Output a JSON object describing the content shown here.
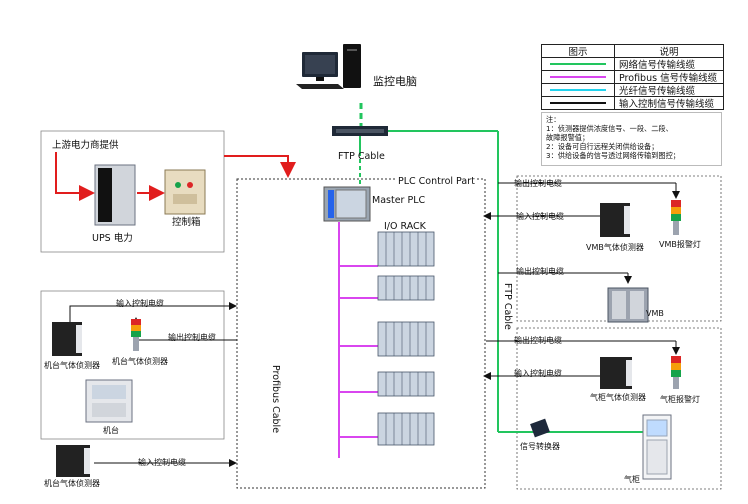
{
  "legend": {
    "header_symbol": "图示",
    "header_desc": "说明",
    "items": [
      {
        "label": "网络信号传输线缆",
        "color": "#22c55e"
      },
      {
        "label": "Profibus 信号传输线缆",
        "color": "#d946ef"
      },
      {
        "label": "光纤信号传输线缆",
        "color": "#22d3ee"
      },
      {
        "label": "输入控制信号传输线缆",
        "color": "#111111"
      }
    ]
  },
  "notes": {
    "title": "注：",
    "lines": [
      "1：侦测器提供浓度信号、一段、二段、",
      "故障报警值；",
      "2：设备可自行远程关闭供给设备；",
      "3：供给设备的信号透过网络传输到图控；"
    ]
  },
  "labels": {
    "monitor_pc": "监控电脑",
    "ftp_cable": "FTP Cable",
    "ftp_cable_vertical": "FTP Cable",
    "plc_control_part": "PLC Control Part",
    "master_plc": "Master PLC",
    "io_rack": "I/O RACK",
    "profibus_cable": "Profibus Cable",
    "power_source": "上游电力商提供",
    "ups": "UPS 电力",
    "control_box": "控制箱",
    "output_cable_1": "输出控制电缆",
    "input_cable_1": "输入控制电缆",
    "vmb_detector": "VMB气体侦测器",
    "vmb_alarm": "VMB报警灯",
    "output_cable_2": "输出控制电缆",
    "vmb": "VMB",
    "output_cable_3": "输出控制电缆",
    "input_cable_3": "输入控制电缆",
    "cabinet_detector": "气柜气体侦测器",
    "cabinet_alarm": "气柜报警灯",
    "signal_converter": "信号转换器",
    "gas_cabinet": "气柜",
    "input_cable_left1": "输入控制电缆",
    "output_cable_left": "输出控制电缆",
    "machine_detector": "机台气体侦测器",
    "machine_detector_2": "机台气体侦测器",
    "machine": "机台",
    "input_cable_left2": "输入控制电缆",
    "machine_detector_bottom": "机台气体侦测器"
  }
}
